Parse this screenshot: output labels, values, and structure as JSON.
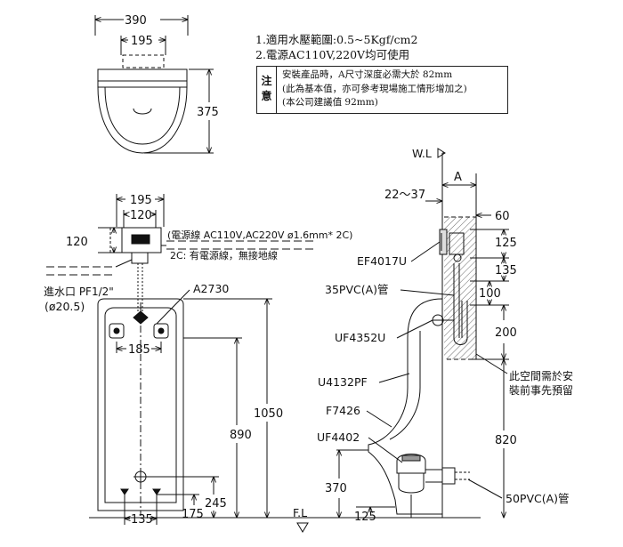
{
  "specs": {
    "line1": "1.適用水壓範圍:0.5~5Kgf/cm2",
    "line2": "2.電源AC110V,220V均可使用"
  },
  "note": {
    "heading_top": "注",
    "heading_bottom": "意",
    "lines": [
      "安裝產品時，A尺寸深度必需大於 82mm",
      "(此為基本值，亦可參考現場施工情形增加之)",
      "(本公司建議值 92mm)"
    ]
  },
  "top_view": {
    "width_outer": "390",
    "width_inner": "195",
    "depth": "375"
  },
  "front_view": {
    "sensor_width": "195",
    "sensor_inner": "120",
    "sensor_height": "120",
    "power_line": "(電源線 AC110V,AC220V ø1.6mm* 2C)",
    "power_note": "2C: 有電源線，無接地線",
    "inlet_label": "進水口 PF1/2\"",
    "inlet_dia": "(ø20.5)",
    "hanger_label": "A2730",
    "hanger_spacing": "185",
    "height_total": "1050",
    "height_top": "890",
    "outlet_height": "245",
    "foot_spacing": "135",
    "foot_offset": "175",
    "floor_label": "F.L"
  },
  "side_view": {
    "wall_label": "W.L",
    "depth_label": "A",
    "dim_range": "22～37",
    "dim_60": "60",
    "dim_125_top": "125",
    "dim_135": "135",
    "dim_100": "100",
    "dim_200": "200",
    "dim_820": "820",
    "dim_370": "370",
    "dim_125_bottom": "125",
    "part_ef4017u": "EF4017U",
    "part_pvc35": "35PVC(A)管",
    "part_uf4352u": "UF4352U",
    "part_u4132pf": "U4132PF",
    "part_f7426": "F7426",
    "part_uf4402": "UF4402",
    "part_pvc50": "50PVC(A)管",
    "space_note_1": "此空間需於安",
    "space_note_2": "裝前事先預留"
  }
}
